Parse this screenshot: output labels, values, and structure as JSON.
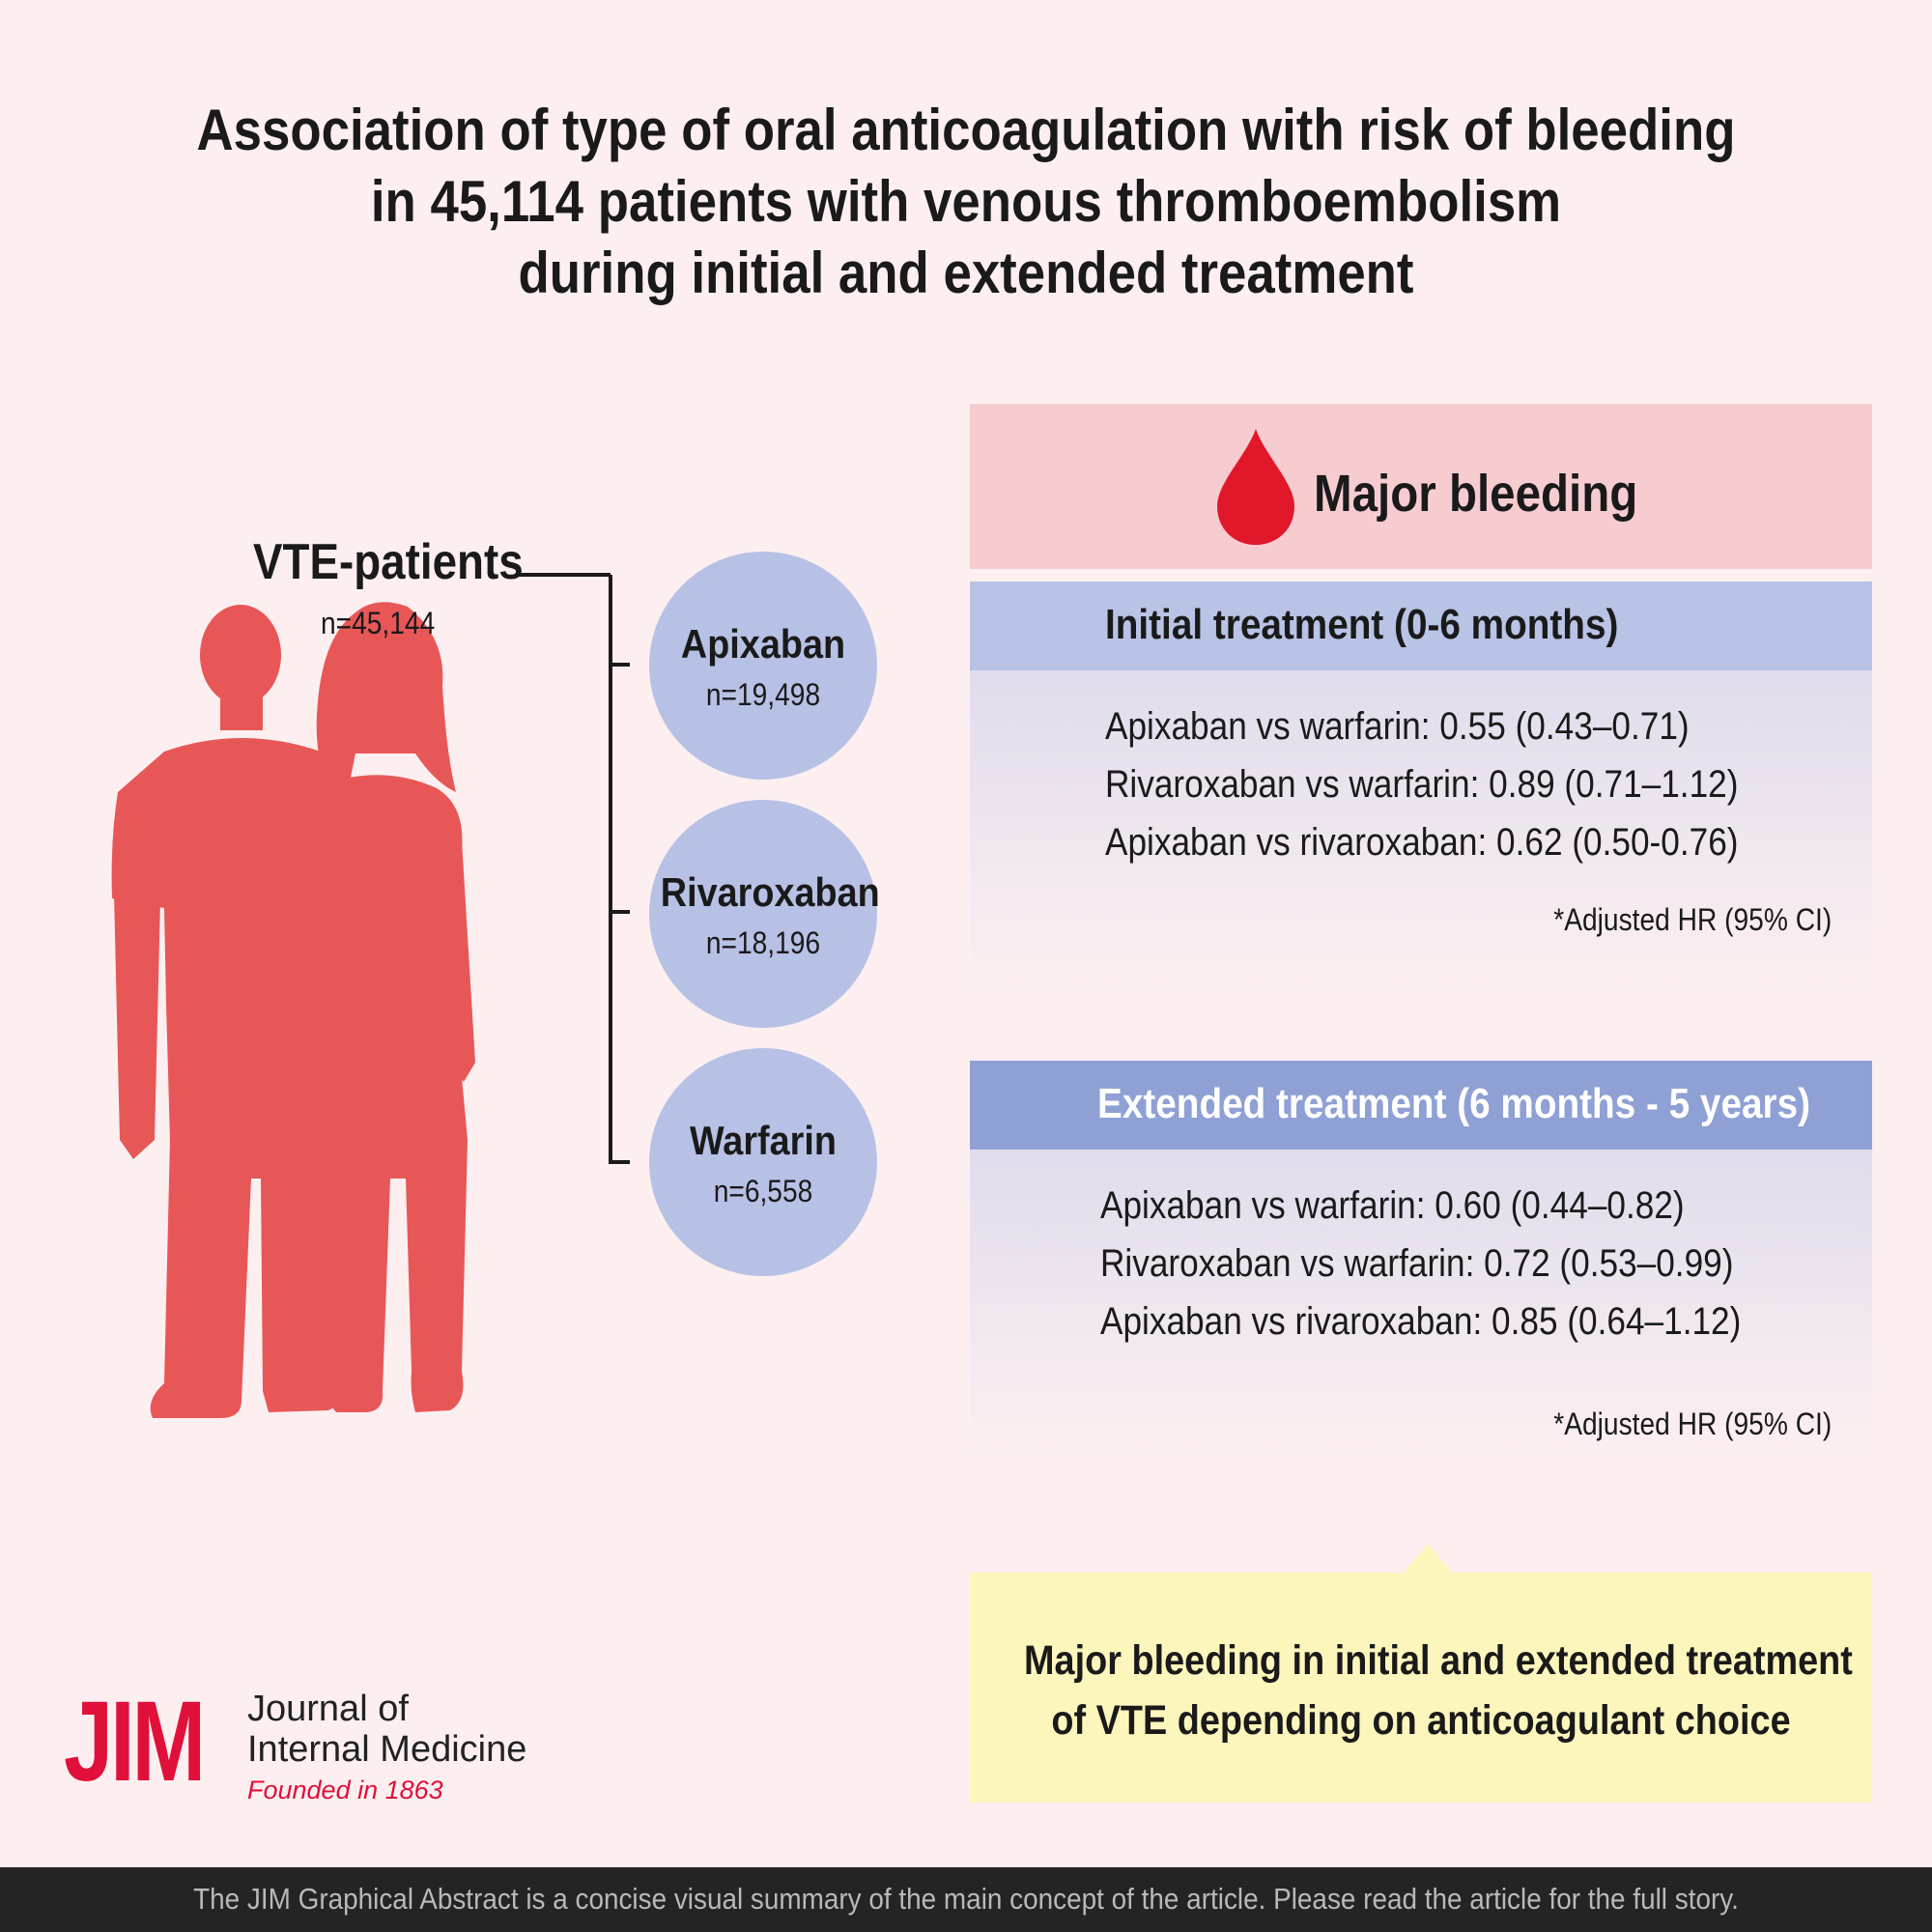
{
  "title": {
    "line1": "Association of type of oral anticoagulation with risk of bleeding",
    "line2": "in 45,114 patients with venous thromboembolism",
    "line3": "during initial and extended treatment"
  },
  "vte": {
    "label": "VTE-patients",
    "count": "n=45,144"
  },
  "groups": [
    {
      "drug": "Apixaban",
      "count": "n=19,498"
    },
    {
      "drug": "Rivaroxaban",
      "count": "n=18,196"
    },
    {
      "drug": "Warfarin",
      "count": "n=6,558"
    }
  ],
  "outcome": {
    "label": "Major bleeding",
    "icon": "blood-drop-icon"
  },
  "initial": {
    "header": "Initial treatment (0-6 months)",
    "rows": [
      "Apixaban vs warfarin: 0.55 (0.43–0.71)",
      "Rivaroxaban vs warfarin: 0.89 (0.71–1.12)",
      "Apixaban vs rivaroxaban: 0.62 (0.50-0.76)"
    ],
    "note": "*Adjusted HR (95% CI)"
  },
  "extended": {
    "header": "Extended treatment (6 months - 5 years)",
    "rows": [
      "Apixaban vs warfarin: 0.60 (0.44–0.82)",
      "Rivaroxaban vs warfarin: 0.72 (0.53–0.99)",
      "Apixaban vs rivaroxaban: 0.85 (0.64–1.12)"
    ],
    "note": "*Adjusted HR (95% CI)"
  },
  "conclusion": {
    "line1": "Major bleeding in initial and extended treatment",
    "line2": "of VTE depending on anticoagulant choice"
  },
  "journal": {
    "mark": "JIM",
    "name_line1": "Journal of",
    "name_line2": "Internal Medicine",
    "founded": "Founded in 1863"
  },
  "footer": "The JIM Graphical Abstract is a concise visual summary of the main concept of the article. Please read the article for the full story.",
  "colors": {
    "background": "#fdeff0",
    "silhouette": "#e85757",
    "circle": "#b7c1e5",
    "bleeding_header": "#f7ccd0",
    "initial_header": "#b8c3e6",
    "extended_header": "#8fa0d4",
    "drop": "#e0182a",
    "conclusion": "#fcf6bd",
    "brand": "#e0103a"
  }
}
